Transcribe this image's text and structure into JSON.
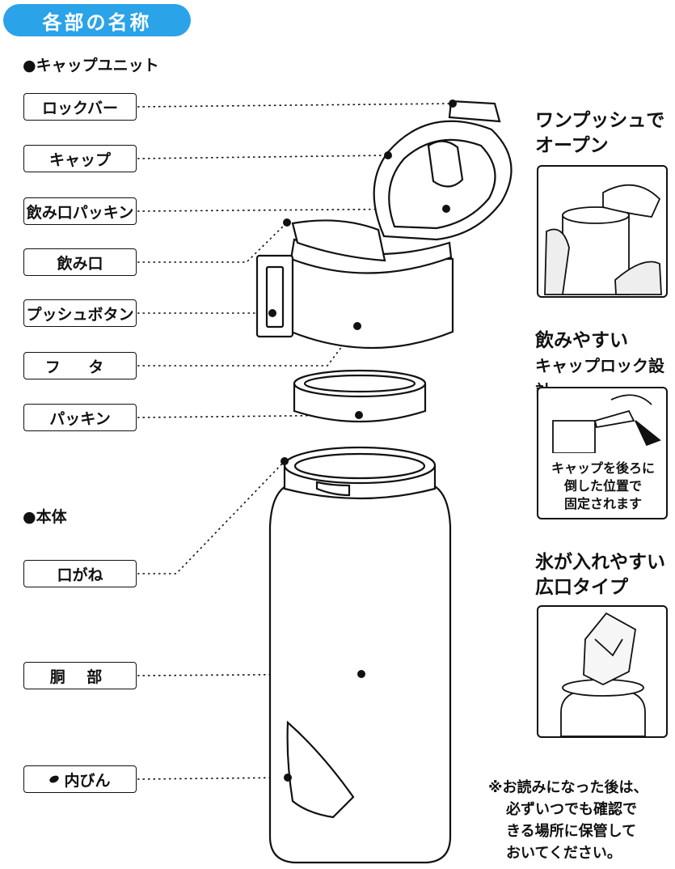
{
  "header": {
    "title": "各部の名称"
  },
  "sections": {
    "cap_unit": "●キャップユニット",
    "body": "●本体"
  },
  "labels": {
    "lock_bar": "ロックバー",
    "cap": "キャップ",
    "mouth_packing": "飲み口パッキン",
    "mouthpiece": "飲み口",
    "push_button": "プッシュボタン",
    "lid": "フ タ",
    "packing": "パッキン",
    "mouth_ring": "口がね",
    "trunk": "胴 部",
    "inner_bottle": "内びん"
  },
  "features": {
    "one_push": {
      "line1": "ワンプッシュで",
      "line2": "オープン"
    },
    "cap_lock": {
      "line1": "飲みやすい",
      "line2": "キャップロック設計",
      "caption1": "キャップを後ろに",
      "caption2": "倒した位置で",
      "caption3": "固定されます"
    },
    "wide_mouth": {
      "line1": "氷が入れやすい",
      "line2": "広口タイプ"
    }
  },
  "note": {
    "line1": "※お読みになった後は、",
    "line2": "必ずいつでも確認で",
    "line3": "きる場所に保管して",
    "line4": "おいてください。"
  }
}
